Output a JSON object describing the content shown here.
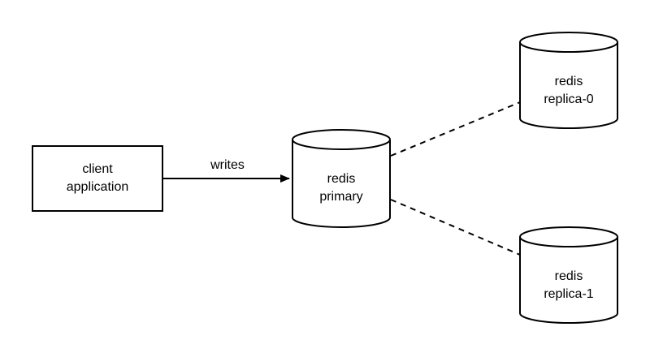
{
  "nodes": {
    "client": {
      "line1": "client",
      "line2": "application"
    },
    "primary": {
      "line1": "redis",
      "line2": "primary"
    },
    "replica0": {
      "line1": "redis",
      "line2": "replica-0"
    },
    "replica1": {
      "line1": "redis",
      "line2": "replica-1"
    }
  },
  "edges": {
    "client_to_primary": {
      "label": "writes"
    }
  },
  "colors": {
    "stroke": "#000000",
    "fill": "#ffffff",
    "background": "#ffffff"
  }
}
